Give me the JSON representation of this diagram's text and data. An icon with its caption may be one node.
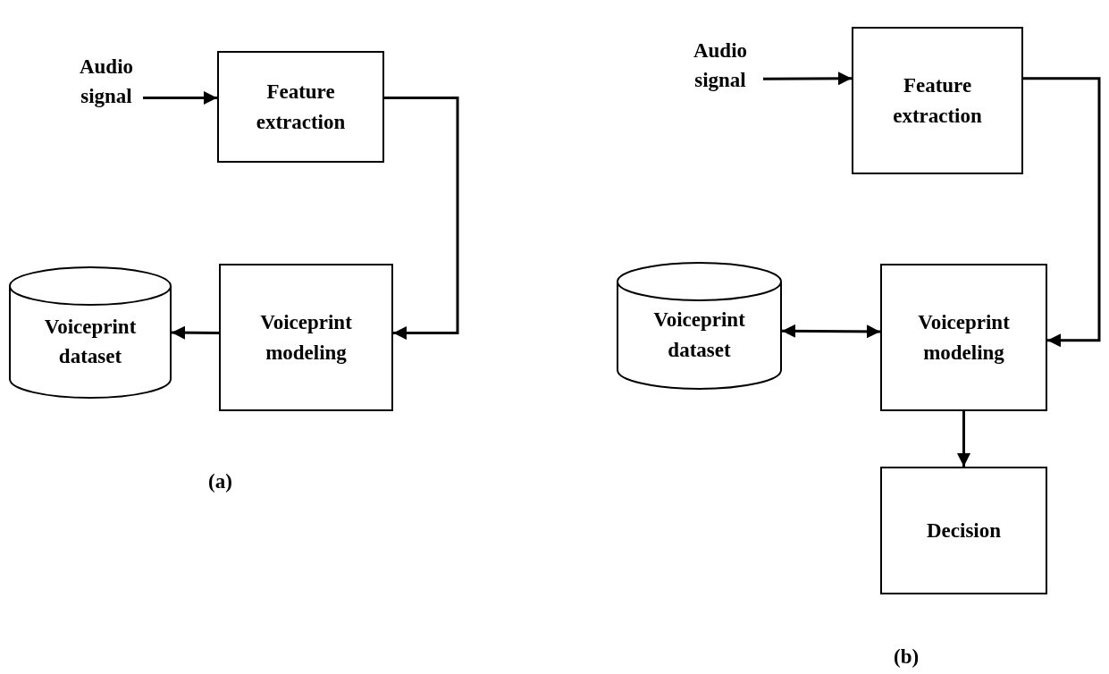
{
  "diagram": {
    "nodes": [
      {
        "text": [
          "Audio signal"
        ]
      },
      {
        "text": [
          "Feature extraction"
        ]
      },
      {
        "text": [
          "Voiceprint modeling"
        ]
      },
      {
        "text": [
          "Voiceprint dataset"
        ]
      },
      {
        "text": [
          "Audio signal"
        ]
      },
      {
        "text": [
          "Feature extraction"
        ]
      },
      {
        "text": [
          "Voiceprint dataset"
        ]
      },
      {
        "text": [
          "Voiceprint modeling"
        ]
      },
      {
        "text": [
          "Decision"
        ]
      }
    ],
    "edges": [
      {
        "from": 0,
        "to": 1,
        "arrow": "to"
      },
      {
        "from": 1,
        "to": 2,
        "arrow": "to"
      },
      {
        "from": 2,
        "to": 3,
        "arrow": "to"
      },
      {
        "from": 4,
        "to": 5,
        "arrow": "to"
      },
      {
        "from": 5,
        "to": 7,
        "arrow": "to"
      },
      {
        "from": 6,
        "to": 7,
        "arrow": "both"
      },
      {
        "from": 7,
        "to": 8,
        "arrow": "to"
      }
    ],
    "labels": [
      "(a)",
      "(b)"
    ]
  }
}
